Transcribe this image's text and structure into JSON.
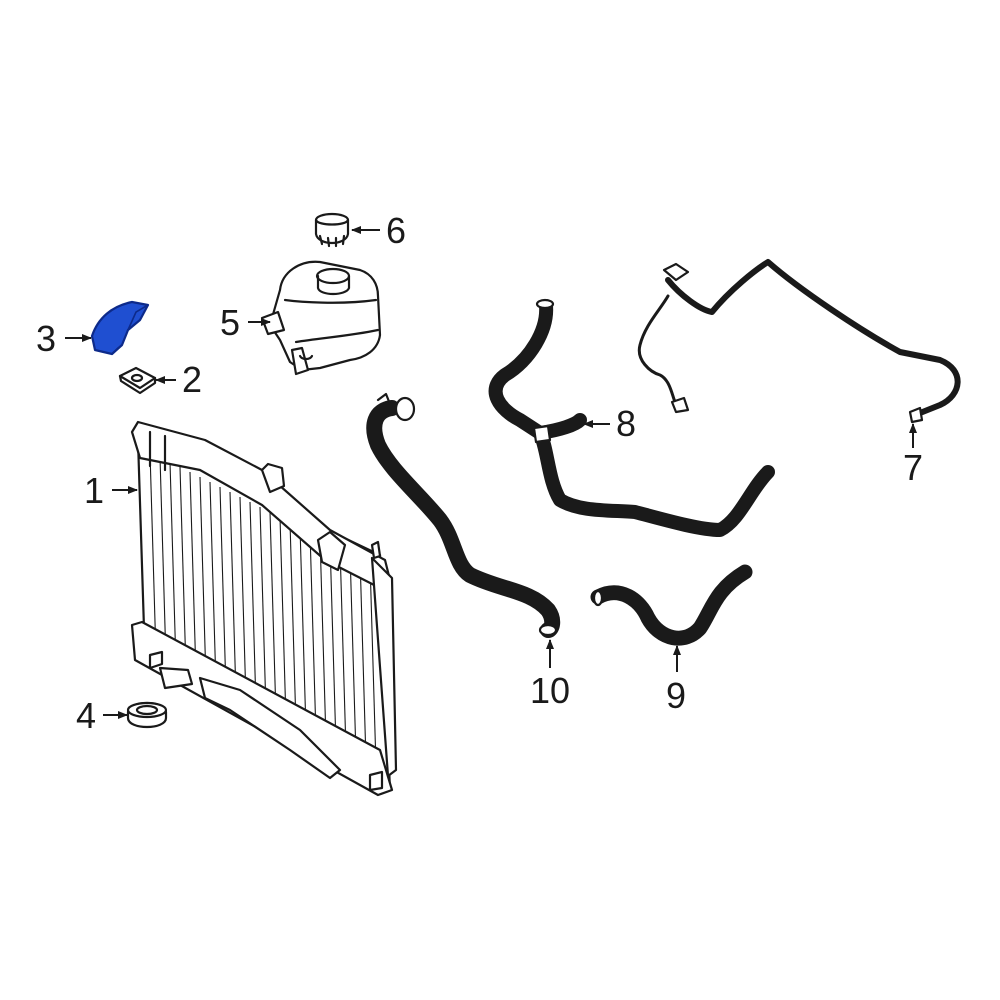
{
  "callouts": {
    "c1": "1",
    "c2": "2",
    "c3": "3",
    "c4": "4",
    "c5": "5",
    "c6": "6",
    "c7": "7",
    "c8": "8",
    "c9": "9",
    "c10": "10"
  },
  "colors": {
    "line": "#1a1a1a",
    "highlight": "#1f4fd1",
    "highlight_dark": "#0d2a8a",
    "background": "#ffffff"
  }
}
